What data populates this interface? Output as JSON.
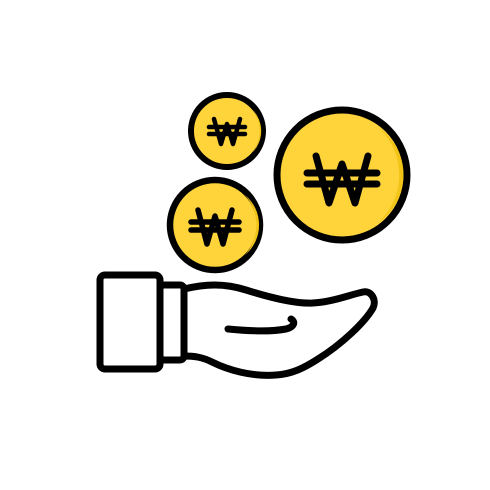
{
  "illustration": {
    "icon": "hand-receiving-won-coins-icon",
    "colors": {
      "coin_fill": "#FFD43B",
      "coin_shadow": "#F3C418",
      "outline": "#000000",
      "background": "#FFFFFF"
    },
    "coins": [
      {
        "name": "coin-small-top",
        "symbol": "won"
      },
      {
        "name": "coin-large-right",
        "symbol": "won"
      },
      {
        "name": "coin-medium-left",
        "symbol": "won"
      }
    ]
  }
}
